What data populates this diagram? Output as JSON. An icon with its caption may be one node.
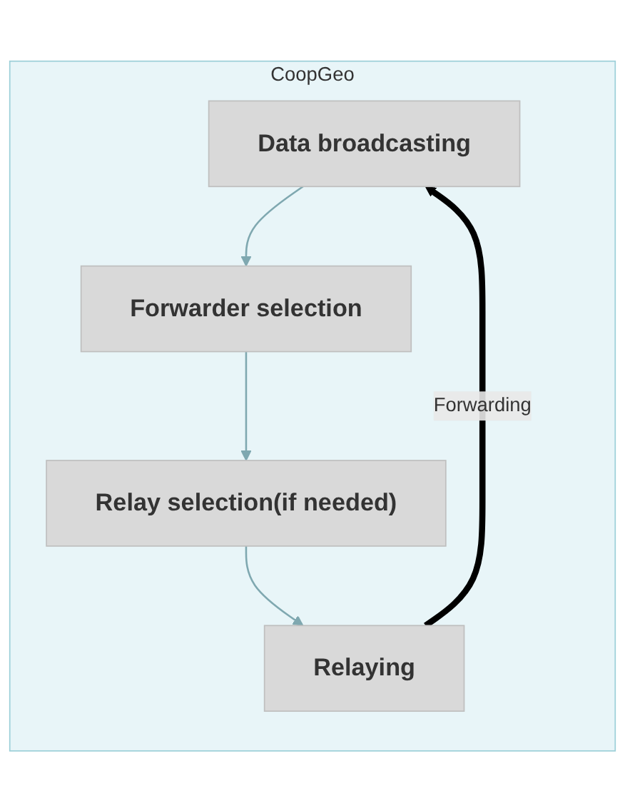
{
  "diagram": {
    "nodes": [
      {
        "text": [
          "CoopGeo"
        ]
      },
      {
        "text": [
          "Data broadcasting"
        ],
        "in": 0
      },
      {
        "text": [
          "Forwarder selection"
        ],
        "in": 0
      },
      {
        "text": [
          "Relay selection(if needed)"
        ],
        "in": 0
      },
      {
        "text": [
          "Relaying"
        ],
        "in": 0
      }
    ],
    "edges": [
      {
        "from": 1,
        "to": 2,
        "arrow": "to"
      },
      {
        "from": 2,
        "to": 3,
        "arrow": "to"
      },
      {
        "from": 3,
        "to": 4,
        "arrow": "to"
      },
      {
        "from": 4,
        "to": 1,
        "arrow": "to",
        "label": "Forwarding",
        "style": "thick",
        "color": "#000000"
      }
    ]
  }
}
